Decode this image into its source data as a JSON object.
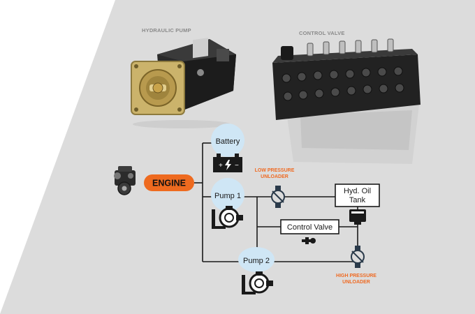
{
  "photos": {
    "pump_label": "HYDRAULIC PUMP",
    "valve_label": "CONTROL VALVE"
  },
  "nodes": {
    "engine": "ENGINE",
    "battery": "Battery",
    "pump1": "Pump 1",
    "pump2": "Pump 2",
    "control_valve": "Control Valve",
    "tank_line1": "Hyd. Oil",
    "tank_line2": "Tank"
  },
  "unloaders": {
    "low_line1": "LOW PRESSURE",
    "low_line2": "UNLOADER",
    "high_line1": "HIGH PRESSURE",
    "high_line2": "UNLOADER"
  },
  "colors": {
    "background_panel": "#dcdcdc",
    "engine_orange": "#ee6a1f",
    "bubble_blue": "#cfe6f5",
    "label_orange": "#ef6a22"
  }
}
